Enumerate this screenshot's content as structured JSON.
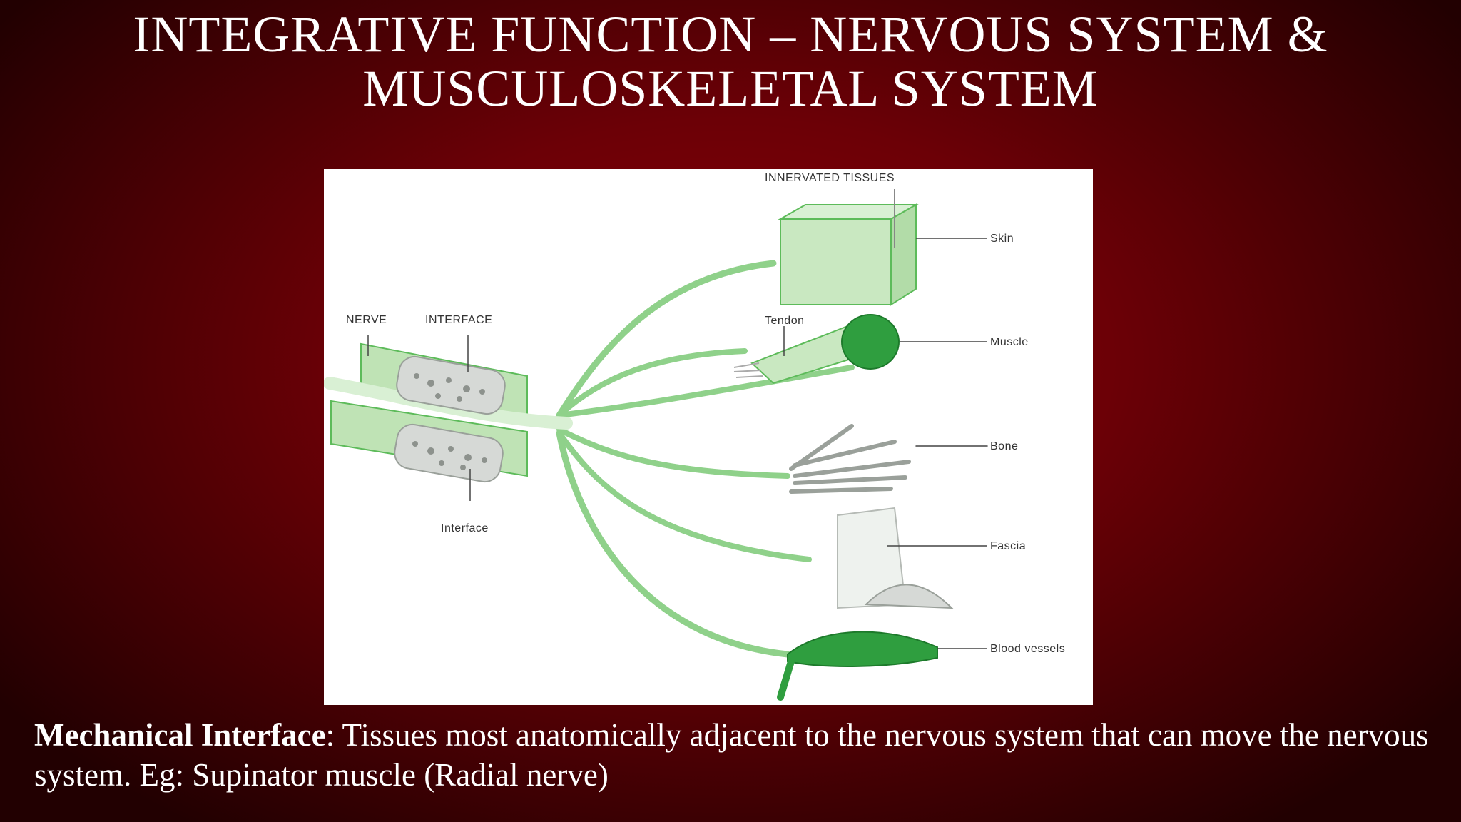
{
  "slide": {
    "title_line1": "INTEGRATIVE FUNCTION – NERVOUS SYSTEM &",
    "title_line2": "MUSCULOSKELETAL SYSTEM",
    "caption_term": "Mechanical Interface",
    "caption_text": ": Tissues most anatomically adjacent to the nervous system that can move the nervous system.  Eg: Supinator muscle (Radial nerve)"
  },
  "diagram": {
    "labels": {
      "innervated_tissues": "INNERVATED TISSUES",
      "nerve": "NERVE",
      "interface_upper": "INTERFACE",
      "interface_lower": "Interface",
      "tendon": "Tendon",
      "skin": "Skin",
      "muscle": "Muscle",
      "bone": "Bone",
      "fascia": "Fascia",
      "blood_vessels": "Blood vessels"
    },
    "colors": {
      "background": "#ffffff",
      "nerve_green": "#8fd18a",
      "dark_green": "#2f9e3f",
      "tissue_green": "#bfe3b5",
      "interface_gray": "#d6d9d6",
      "label_text": "#333333"
    }
  }
}
